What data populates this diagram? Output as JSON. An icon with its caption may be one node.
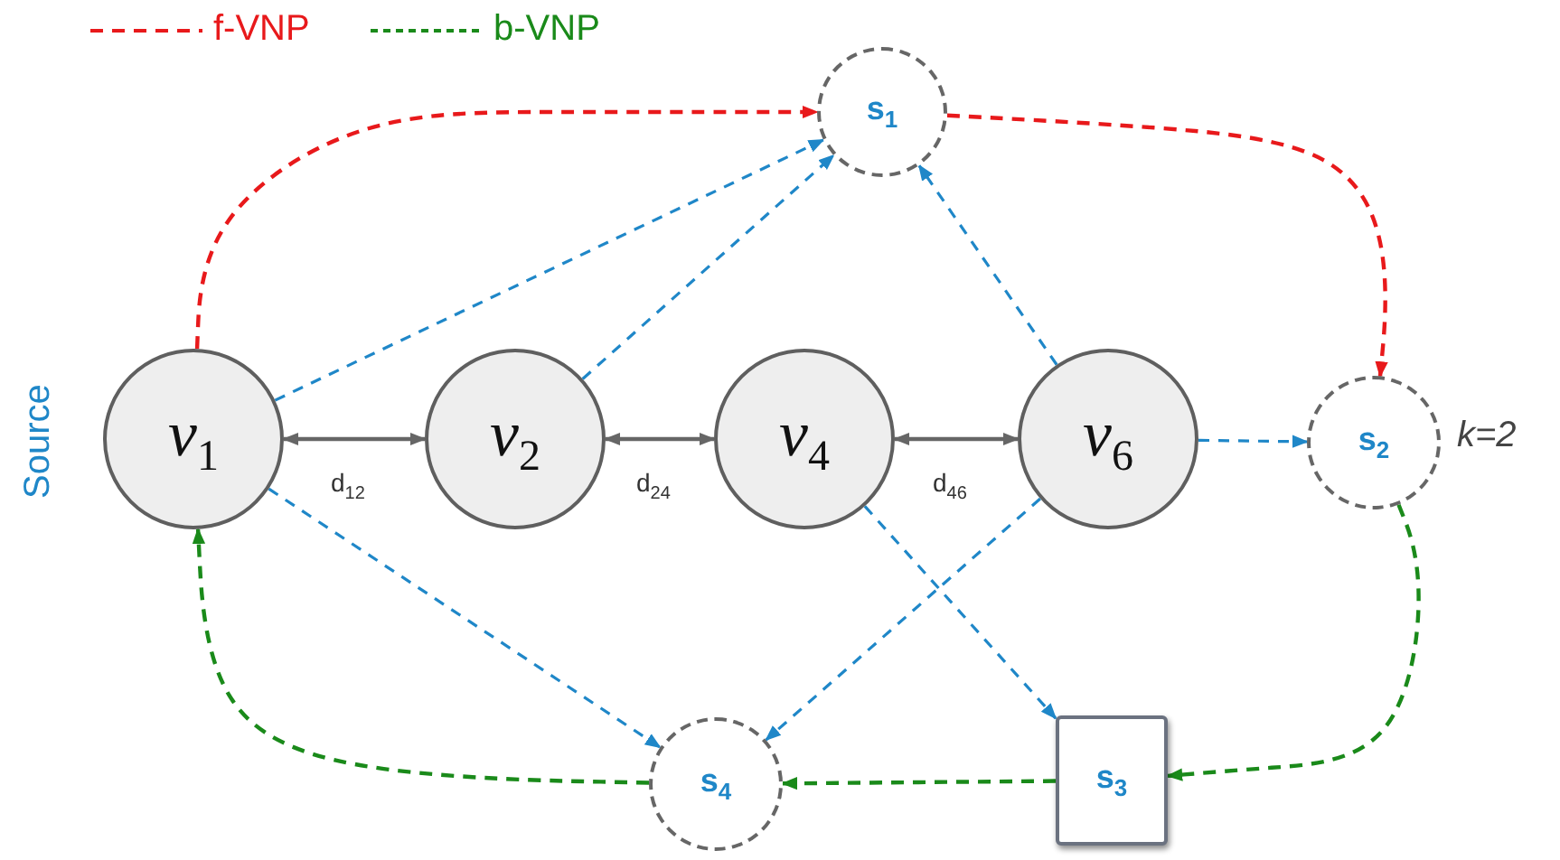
{
  "diagram": {
    "nodes": [
      {
        "text": [
          "*v*$_{1}$"
        ]
      },
      {
        "text": [
          "*v*$_{2}$"
        ]
      },
      {
        "text": [
          "*v*$_{4}$"
        ]
      },
      {
        "text": [
          "*v*$_{6}$"
        ]
      },
      {
        "text": [
          "s$_{1}$"
        ]
      },
      {
        "text": [
          "s$_{2}$"
        ]
      },
      {
        "text": [
          "s$_{3}$"
        ]
      },
      {
        "text": [
          "s$_{4}$"
        ]
      }
    ],
    "edges": [
      {
        "from": 0,
        "to": 4,
        "arrow": "to",
        "style": "dashed",
        "color": "#e8191b"
      },
      {
        "from": 4,
        "to": 5,
        "arrow": "to",
        "style": "dashed",
        "color": "#e8191b"
      },
      {
        "from": 5,
        "to": 6,
        "arrow": "to",
        "style": "dashed",
        "color": "#1a8a1a"
      },
      {
        "from": 6,
        "to": 7,
        "arrow": "to",
        "style": "dashed",
        "color": "#1a8a1a"
      },
      {
        "from": 7,
        "to": 0,
        "arrow": "to",
        "style": "dashed",
        "color": "#1a8a1a"
      },
      {
        "from": 0,
        "to": 4,
        "arrow": "to",
        "style": "dashed"
      },
      {
        "from": 1,
        "to": 4,
        "arrow": "to",
        "style": "dashed"
      },
      {
        "from": 3,
        "to": 4,
        "arrow": "to",
        "style": "dashed"
      },
      {
        "from": 3,
        "to": 5,
        "arrow": "to",
        "style": "dashed"
      },
      {
        "from": 0,
        "to": 7,
        "arrow": "to",
        "style": "dashed"
      },
      {
        "from": 3,
        "to": 7,
        "arrow": "to",
        "style": "dashed"
      },
      {
        "from": 2,
        "to": 6,
        "arrow": "to",
        "style": "dashed"
      },
      {
        "from": 0,
        "to": 1,
        "arrow": "both",
        "label": "d$_{12}$",
        "color": "#666666"
      },
      {
        "from": 1,
        "to": 2,
        "arrow": "both",
        "label": "d$_{24}$",
        "color": "#666666"
      },
      {
        "from": 2,
        "to": 3,
        "arrow": "both",
        "label": "d$_{46}$",
        "color": "#666666"
      }
    ],
    "labels": [
      "Source",
      "k=2"
    ],
    "legend": [
      {
        "text": "f-VNP"
      },
      {
        "text": "b-VNP"
      }
    ]
  }
}
